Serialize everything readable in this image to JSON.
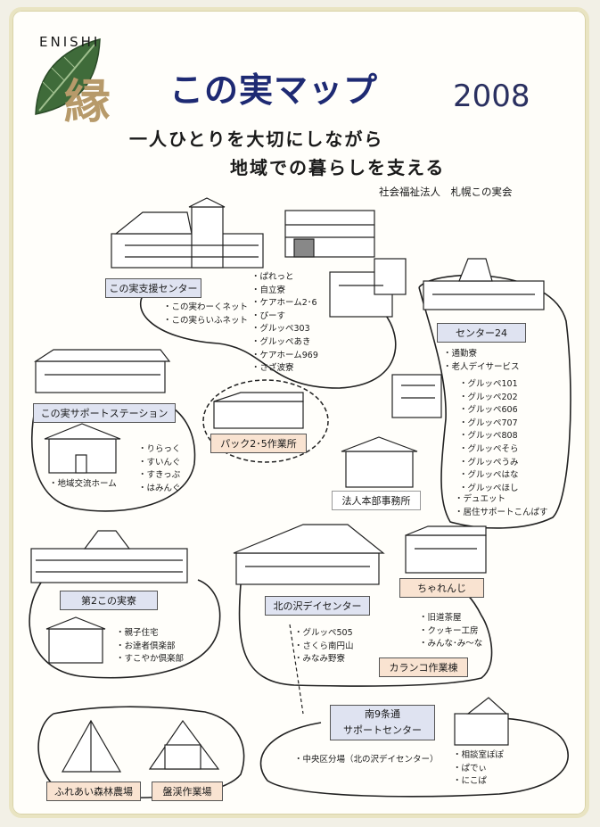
{
  "header": {
    "logo_en": "ENISHI",
    "logo_kanji": "縁",
    "title": "この実マップ",
    "year": "2008",
    "subtitle_1": "一人ひとりを大切にしながら",
    "subtitle_2": "地域での暮らしを支える",
    "org": "社会福祉法人　札幌この実会"
  },
  "support_center": {
    "label": "この実支援センター",
    "items_left": [
      "この実わーくネット",
      "この実らいふネット"
    ],
    "items_right": [
      "ぱれっと",
      "自立寮",
      "ケアホーム2･6",
      "ぴーす",
      "グルッペ303",
      "グルッペあき",
      "ケアホーム969",
      "さざ波寮"
    ]
  },
  "center24": {
    "label": "センター24",
    "items_top": [
      "通勤寮",
      "老人デイサービス"
    ],
    "items": [
      "グルッペ101",
      "グルッペ202",
      "グルッペ606",
      "グルッペ707",
      "グルッペ808",
      "グルッペそら",
      "グルッペうみ",
      "グルッペはな",
      "グルッペほし"
    ],
    "items_bottom": [
      "デュエット",
      "居住サポートこんぱす"
    ]
  },
  "support_station": {
    "label": "この実サポートステーション",
    "item_left": "地域交流ホーム",
    "items_right": [
      "りらっく",
      "すいんぐ",
      "すきっぷ",
      "はみんぐ"
    ]
  },
  "pack": {
    "label": "パック2･5作業所"
  },
  "hq": {
    "label": "法人本部事務所"
  },
  "daini": {
    "label": "第2この実寮",
    "items": [
      "親子住宅",
      "お達者倶楽部",
      "すこやか倶楽部"
    ]
  },
  "kitanosawa": {
    "label": "北の沢デイセンター",
    "items": [
      "グルッペ505",
      "さくら南円山",
      "みなみ野寮"
    ]
  },
  "charenji": {
    "label": "ちゃれんじ",
    "items": [
      "旧道茶屋",
      "クッキー工房",
      "みんな･み～な"
    ]
  },
  "karanko": {
    "label": "カランコ作業棟"
  },
  "minami9": {
    "label_1": "南9条通",
    "label_2": "サポートセンター",
    "note": "中央区分場（北の沢デイセンター）",
    "items": [
      "相談室ぽぽ",
      "ぱでぃ",
      "にこぱ"
    ]
  },
  "farm": {
    "label": "ふれあい森林農場"
  },
  "bankei": {
    "label": "盤渓作業場"
  },
  "colors": {
    "title": "#1e2a73",
    "blue_box": "#dfe3f1",
    "peach_box": "#f9e3d1",
    "leaf": "#3f6b3a",
    "page_border": "#e9e4c2"
  }
}
